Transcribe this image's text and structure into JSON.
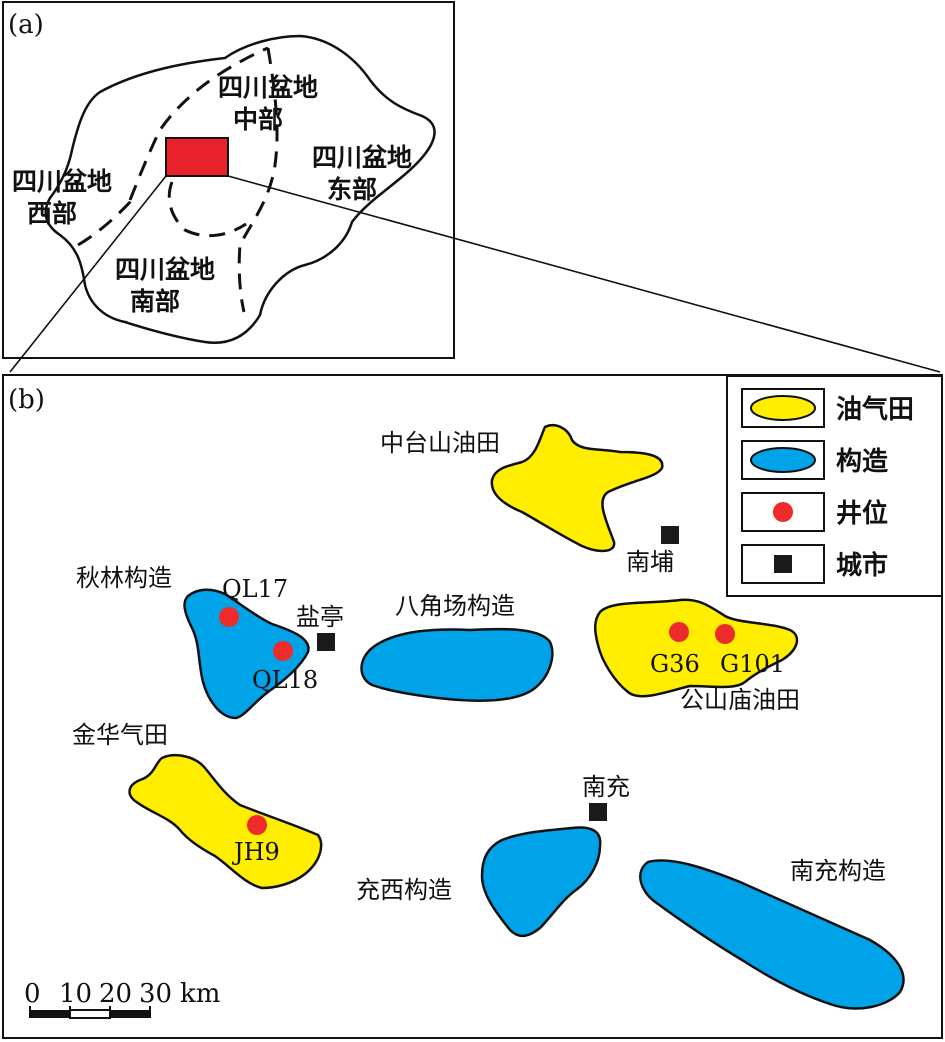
{
  "panel_a": {
    "tag": "(a)",
    "regions": {
      "central": [
        "四川盆地",
        "中部"
      ],
      "east": [
        "四川盆地",
        "东部"
      ],
      "west": [
        "四川盆地",
        "西部"
      ],
      "south": [
        "四川盆地",
        "南部"
      ]
    }
  },
  "panel_b": {
    "tag": "(b)",
    "fields": {
      "zhongtaishan": "中台山油田",
      "gongshanmiao": "公山庙油田",
      "jinhua": "金华气田"
    },
    "structures": {
      "qiulin": "秋林构造",
      "bajiaochang": "八角场构造",
      "chongxi": "充西构造",
      "nanchong": "南充构造"
    },
    "wells": {
      "ql17": "QL17",
      "ql18": "QL18",
      "g36": "G36",
      "g101": "G101",
      "jh9": "JH9"
    },
    "cities": {
      "yanting": "盐亭",
      "nanbu": "南埔",
      "nanchong": "南充"
    },
    "legend": {
      "oil_gas_field": "油气田",
      "structure": "构造",
      "well": "井位",
      "city": "城市"
    },
    "scale": {
      "t0": "0",
      "t10": "10",
      "t20": "20",
      "t30": "30",
      "unit": "km"
    }
  },
  "colors": {
    "field_fill": "#ffee00",
    "structure_fill": "#00a2e8",
    "well_fill": "#ee2b2b",
    "city_fill": "#1a1a1a",
    "study_area_fill": "#e8212a"
  }
}
